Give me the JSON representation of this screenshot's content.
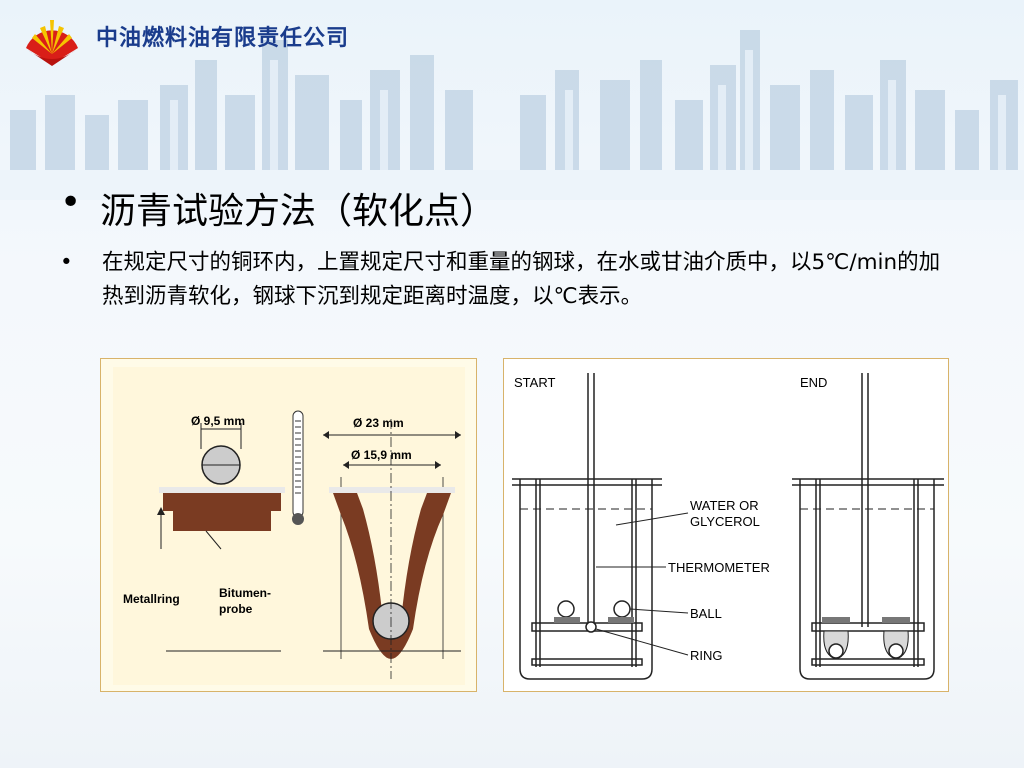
{
  "header": {
    "company": "中油燃料油有限责任公司"
  },
  "bullets": [
    {
      "text": "沥青试验方法（软化点）"
    },
    {
      "text": "在规定尺寸的铜环内，上置规定尺寸和重量的钢球，在水或甘油介质中，以5℃/min的加热到沥青软化，钢球下沉到规定距离时温度，以℃表示。"
    }
  ],
  "bullet_symbol": "•",
  "diagram_left": {
    "dim_ball": "Ø 9,5 mm",
    "dim_top": "Ø 23 mm",
    "dim_inner": "Ø 15,9 mm",
    "label_ring": "Metallring",
    "label_sample_1": "Bitumen-",
    "label_sample_2": "probe"
  },
  "diagram_right": {
    "start": "START",
    "end": "END",
    "water_1": "WATER OR",
    "water_2": "GLYCEROL",
    "thermometer": "THERMOMETER",
    "ball": "BALL",
    "ring": "RING"
  },
  "colors": {
    "brand": "#1a3c8c",
    "bitumen": "#7a3b22",
    "panel_border": "#d8b36a"
  }
}
